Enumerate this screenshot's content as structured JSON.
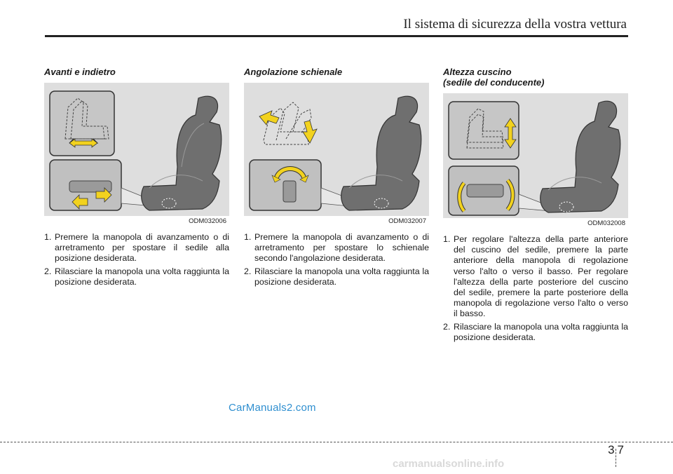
{
  "header": {
    "title": "Il sistema di sicurezza della vostra vettura"
  },
  "sections": [
    {
      "title_lines": [
        "Avanti e indietro"
      ],
      "figure_code": "ODM032006",
      "steps": [
        {
          "num": "1.",
          "text": "Premere la manopola di avanzamento o di arretramento per spostare il sedile alla posizione desiderata."
        },
        {
          "num": "2.",
          "text": "Rilasciare la manopola una volta raggiunta la posizione desiderata."
        }
      ]
    },
    {
      "title_lines": [
        "Angolazione schienale"
      ],
      "figure_code": "ODM032007",
      "steps": [
        {
          "num": "1.",
          "text": "Premere la manopola di avanzamento o di arretramento per spostare lo schienale secondo l'angolazione desiderata."
        },
        {
          "num": "2.",
          "text": "Rilasciare la manopola una volta raggiunta la posizione desiderata."
        }
      ]
    },
    {
      "title_lines": [
        "Altezza cuscino",
        "(sedile del conducente)"
      ],
      "figure_code": "ODM032008",
      "steps": [
        {
          "num": "1.",
          "text": "Per regolare l'altezza della parte anteriore del cuscino del sedile, premere la parte anteriore della manopola di regolazione verso l'alto o verso il basso. Per regolare l'altezza della parte posteriore del cuscino del sedile, premere la parte posteriore della manopola di regolazione verso l'alto o verso il basso."
        },
        {
          "num": "2.",
          "text": "Rilasciare la manopola una volta raggiunta la posizione desiderata."
        }
      ]
    }
  ],
  "watermark": "CarManuals2.com",
  "page": {
    "number": "37"
  },
  "footer_watermark": "carmanualsonline.info",
  "colors": {
    "arrow": "#f2d21e",
    "panel": "#c8c8c8",
    "seat": "#6f6f6f"
  }
}
